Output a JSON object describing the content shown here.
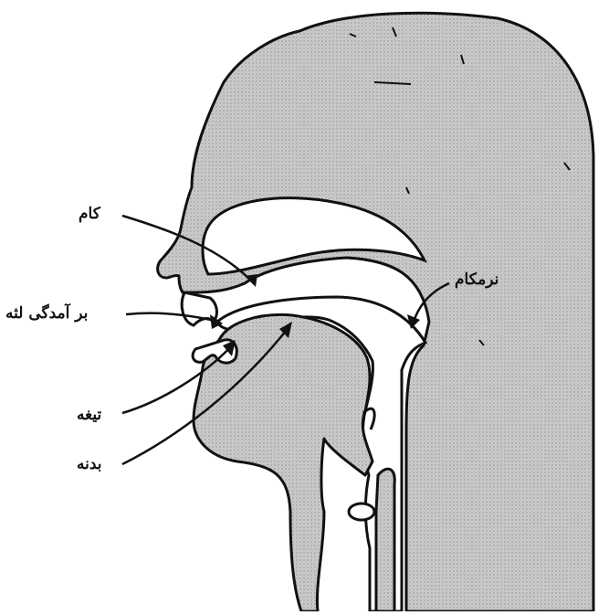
{
  "labels": {
    "palate": "کام",
    "alveolar_ridge": "بر آمدگی لثه",
    "soft_palate": "نرمکام",
    "tongue_blade": "تیغه",
    "tongue_body": "بدنه"
  },
  "colors": {
    "ink": "#111111",
    "fill": "#c9c9c9",
    "background": "#ffffff"
  }
}
